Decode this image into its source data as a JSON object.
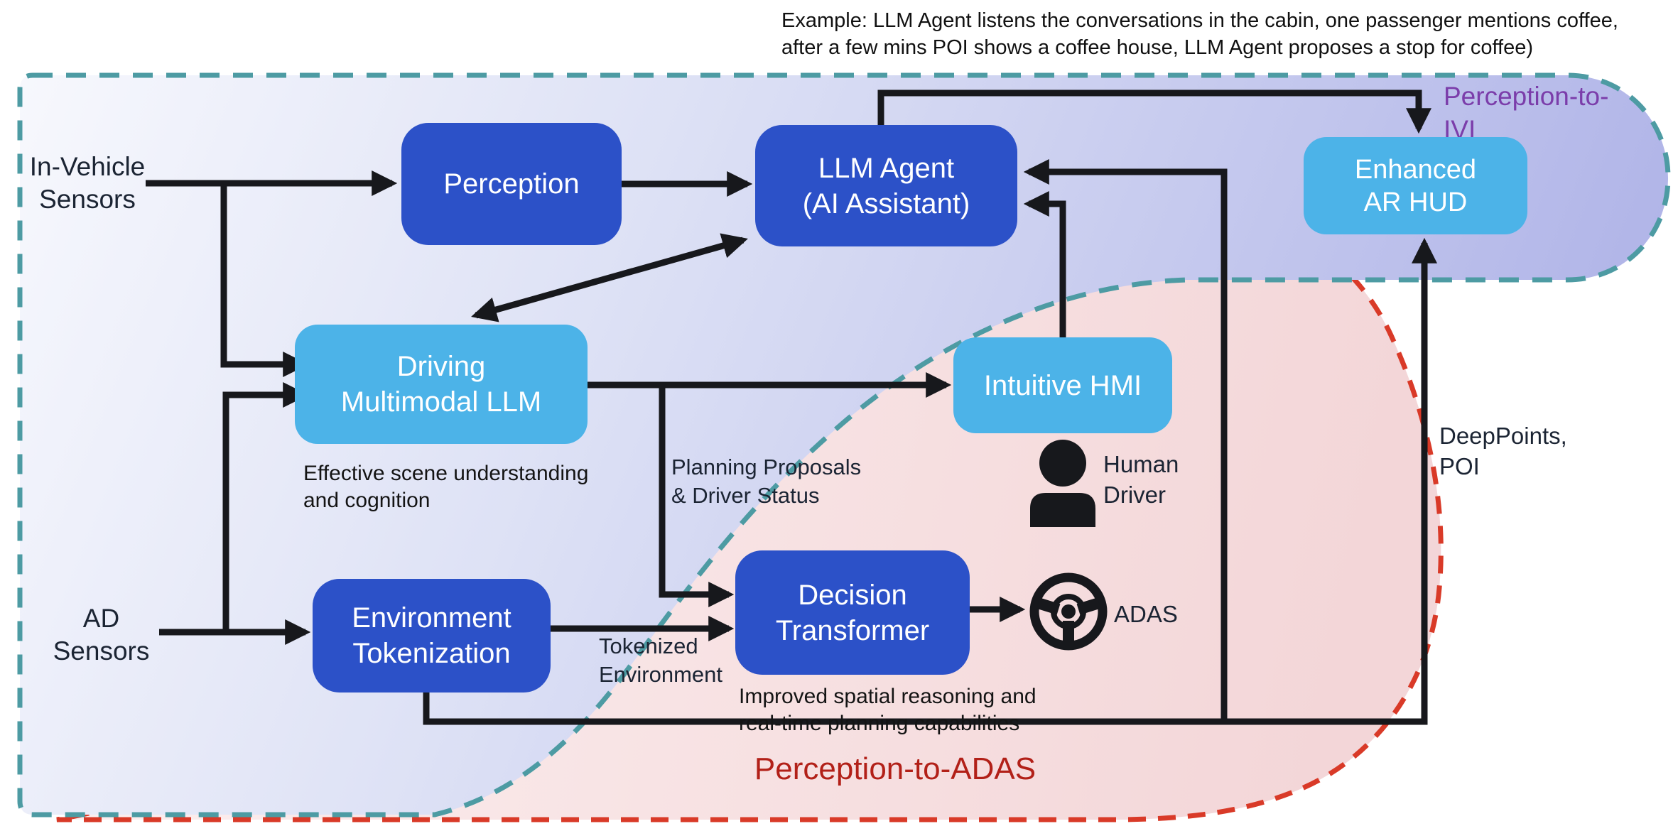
{
  "caption": {
    "line1": "Example: LLM Agent listens the conversations in the cabin, one passenger mentions coffee,",
    "line2": "after a few mins POI shows a coffee house, LLM Agent proposes a stop for coffee)"
  },
  "regions": {
    "ivi": {
      "label_line1": "Perception-to-",
      "label_line2": "IVI"
    },
    "adas": {
      "label": "Perception-to-ADAS"
    }
  },
  "sources": {
    "in_vehicle_sensors": {
      "line1": "In-Vehicle",
      "line2": "Sensors"
    },
    "ad_sensors": {
      "line1": "AD",
      "line2": "Sensors"
    }
  },
  "nodes": {
    "perception": {
      "label": "Perception"
    },
    "llm_agent": {
      "line1": "LLM Agent",
      "line2": "(AI Assistant)"
    },
    "enhanced_ar_hud": {
      "line1": "Enhanced",
      "line2": "AR HUD"
    },
    "driving_multimodal_llm": {
      "line1": "Driving",
      "line2": "Multimodal LLM"
    },
    "environment_tokenization": {
      "line1": "Environment",
      "line2": "Tokenization"
    },
    "decision_transformer": {
      "line1": "Decision",
      "line2": "Transformer"
    },
    "intuitive_hmi": {
      "label": "Intuitive HMI"
    }
  },
  "annotations": {
    "dmllm_note": {
      "line1": "Effective scene understanding",
      "line2": "and cognition"
    },
    "dt_note": {
      "line1": "Improved spatial reasoning and",
      "line2": "real-time planning capabilities"
    },
    "planning": {
      "line1": "Planning Proposals",
      "line2": "& Driver Status"
    },
    "tokenized": {
      "line1": "Tokenized",
      "line2": "Environment"
    },
    "deeppoints": {
      "line1": "DeepPoints,",
      "line2": "POI"
    },
    "human_driver": {
      "line1": "Human",
      "line2": "Driver"
    },
    "adas_actor": "ADAS"
  },
  "colors": {
    "dark_box": "#2c51c8",
    "light_box": "#4cb3e8",
    "box_text": "#ffffff",
    "line_color": "#17181c",
    "label_color": "#1b2433",
    "note_color": "#141414",
    "ivi_label_color": "#7b3daa",
    "ivi_border_color": "#4d9ba3",
    "adas_label_color": "#b22018",
    "adas_border_color": "#d93a28",
    "blue_region_start": "#f7f8fd",
    "blue_region_mid": "#dde1f5",
    "blue_region_end": "#b1b5e8",
    "pink_region_start": "#fdf1f1",
    "pink_region_end": "#f3d6d8"
  }
}
